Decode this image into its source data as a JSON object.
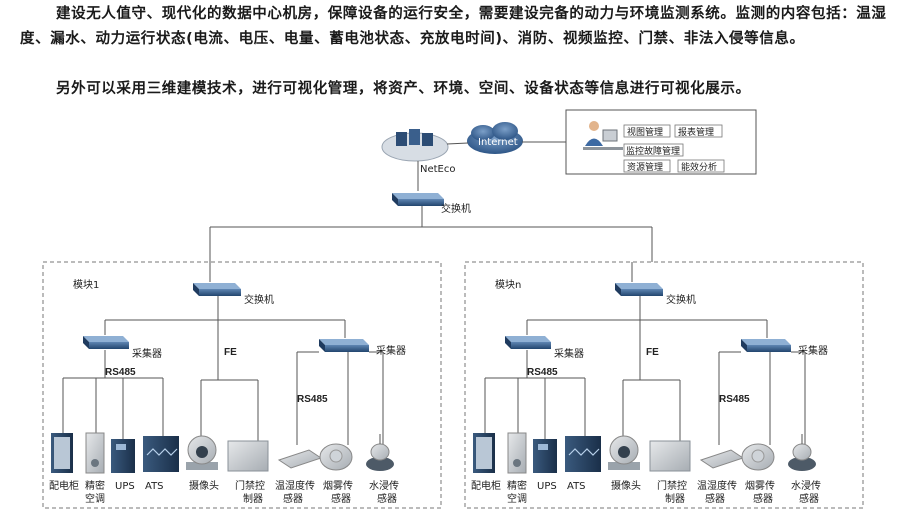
{
  "intro": {
    "paragraph1": "建设无人值守、现代化的数据中心机房，保障设备的运行安全，需要建设完备的动力与环境监测系统。监测的内容包括：温湿度、漏水、动力运行状态(电流、电压、电量、蓄电池状态、充放电时间)、消防、视频监控、门禁、非法入侵等信息。",
    "paragraph2": "另外可以采用三维建模技术，进行可视化管理，将资产、环境、空间、设备状态等信息进行可视化展示。"
  },
  "top": {
    "neteco": "NetEco",
    "internet": "Internet",
    "core_switch": "交换机",
    "mgmt_panel": {
      "items": [
        "视图管理",
        "报表管理",
        "监控故障管理",
        "资源管理",
        "能效分析"
      ]
    }
  },
  "modules": [
    {
      "title": "模块1",
      "switch": "交换机",
      "collector_left": "采集器",
      "collector_right": "采集器",
      "rs485_left": "RS485",
      "fe": "FE",
      "rs485_right": "RS485",
      "devices": [
        {
          "line1": "配电柜",
          "line2": ""
        },
        {
          "line1": "精密",
          "line2": "空调"
        },
        {
          "line1": "UPS",
          "line2": ""
        },
        {
          "line1": "ATS",
          "line2": ""
        },
        {
          "line1": "摄像头",
          "line2": ""
        },
        {
          "line1": "门禁控",
          "line2": "制器"
        },
        {
          "line1": "温湿度传",
          "line2": "感器"
        },
        {
          "line1": "烟雾传",
          "line2": "感器"
        },
        {
          "line1": "水浸传",
          "line2": "感器"
        }
      ]
    },
    {
      "title": "模块n",
      "switch": "交换机",
      "collector_left": "采集器",
      "collector_right": "采集器",
      "rs485_left": "RS485",
      "fe": "FE",
      "rs485_right": "RS485",
      "devices": [
        {
          "line1": "配电柜",
          "line2": ""
        },
        {
          "line1": "精密",
          "line2": "空调"
        },
        {
          "line1": "UPS",
          "line2": ""
        },
        {
          "line1": "ATS",
          "line2": ""
        },
        {
          "line1": "摄像头",
          "line2": ""
        },
        {
          "line1": "门禁控",
          "line2": "制器"
        },
        {
          "line1": "温湿度传",
          "line2": "感器"
        },
        {
          "line1": "烟雾传",
          "line2": "感器"
        },
        {
          "line1": "水浸传",
          "line2": "感器"
        }
      ]
    }
  ]
}
